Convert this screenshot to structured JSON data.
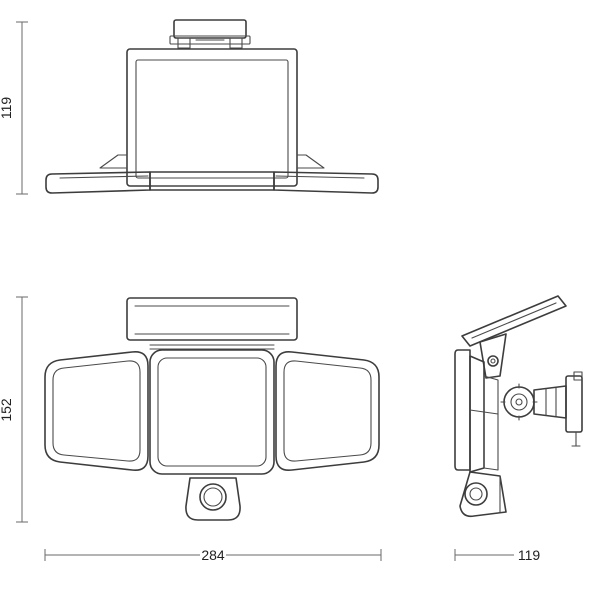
{
  "dimensions": {
    "top_view_height": "119",
    "front_view_height": "152",
    "front_view_width": "284",
    "side_view_width": "119"
  },
  "colors": {
    "line": "#3d3d3d",
    "dimension_line": "#6a6a6a",
    "text": "#222222",
    "background": "#ffffff"
  }
}
